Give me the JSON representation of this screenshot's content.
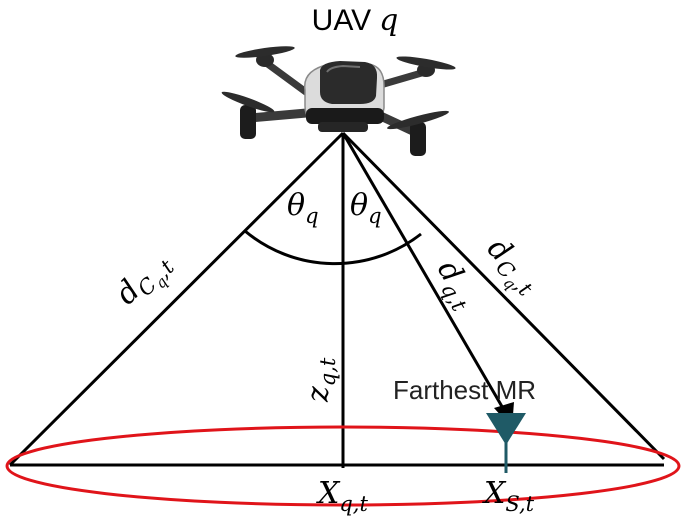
{
  "title": {
    "text": "UAV",
    "var": "q"
  },
  "labels": {
    "theta_left": {
      "main": "θ",
      "sub": "q"
    },
    "theta_right": {
      "main": "θ",
      "sub": "q"
    },
    "d_c_left": {
      "main": "d",
      "sub": "C",
      "subsub": "q",
      "tail": ",t"
    },
    "d_c_right": {
      "main": "d",
      "sub": "C",
      "subsub": "q",
      "tail": ",t"
    },
    "d_qt": {
      "main": "d",
      "sub": "q,t"
    },
    "z_qt": {
      "main": "z",
      "sub": "q,t"
    },
    "x_qt": {
      "main": "X",
      "sub": "q,t"
    },
    "x_st": {
      "main": "X",
      "sub": "S,t"
    },
    "farthest_mr": "Farthest MR"
  },
  "colors": {
    "line": "#000000",
    "ellipse": "#e0141a",
    "antenna": "#1f5a66"
  },
  "icons": {
    "uav": "quadcopter-drone-icon",
    "mr": "antenna-triangle-icon"
  }
}
